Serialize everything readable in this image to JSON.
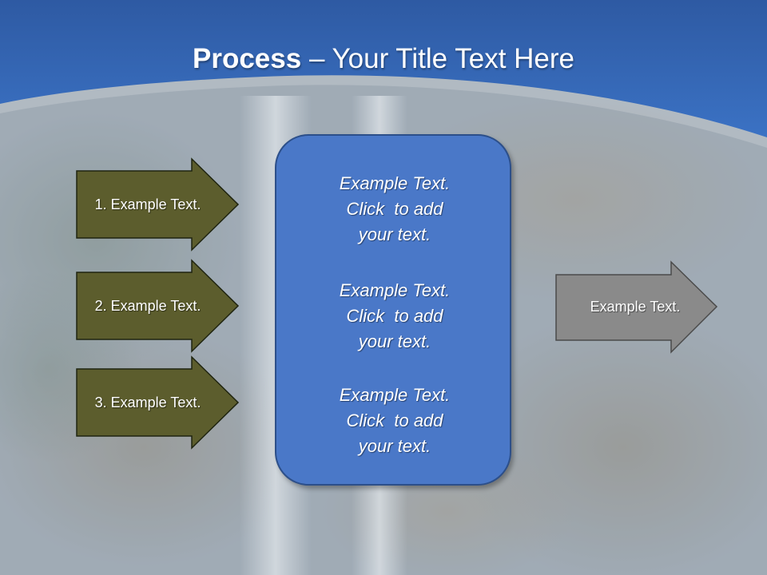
{
  "slide": {
    "title_bold": "Process",
    "title_rest": " – Your Title Text Here",
    "colors": {
      "header_blue": "#3667b8",
      "arrow_olive": "#5c5d2d",
      "arrow_gray": "#8a8a8a",
      "box_blue": "#4a78c8"
    },
    "steps": [
      {
        "label": "1. Example Text."
      },
      {
        "label": "2. Example Text."
      },
      {
        "label": "3. Example Text."
      }
    ],
    "center_paragraphs": [
      {
        "lines": [
          "Example Text.",
          "Click  to add",
          "your text."
        ]
      },
      {
        "lines": [
          "Example Text.",
          "Click  to add",
          "your text."
        ]
      },
      {
        "lines": [
          "Example Text.",
          "Click  to add",
          "your text."
        ]
      }
    ],
    "output": {
      "label": "Example Text."
    }
  }
}
